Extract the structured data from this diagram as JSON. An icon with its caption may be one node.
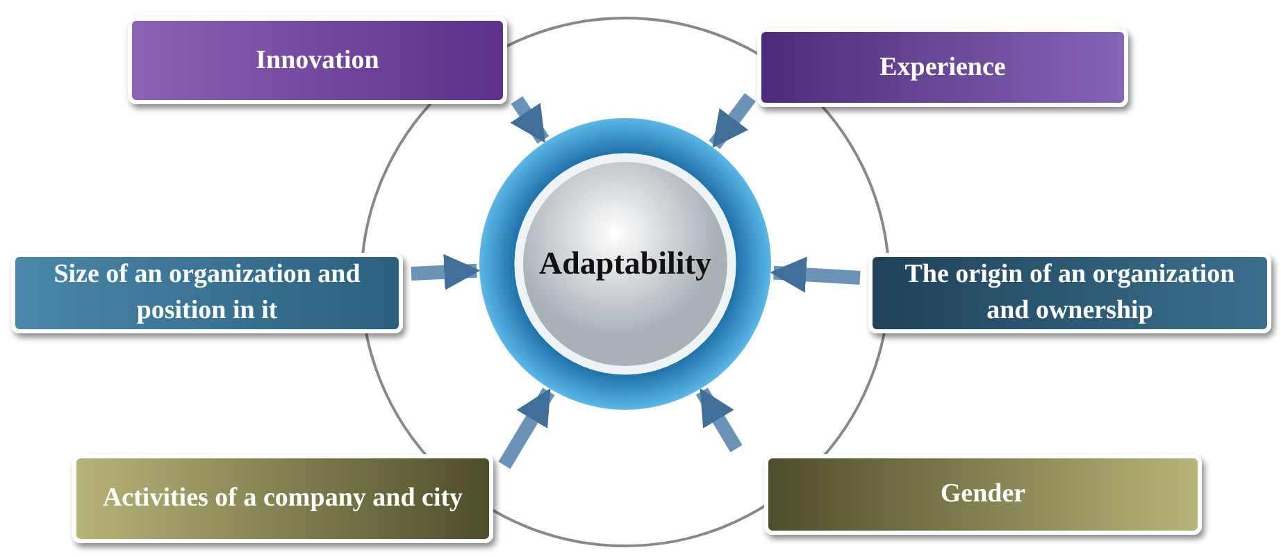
{
  "diagram": {
    "nodes": [
      {
        "text": [
          "Adaptability"
        ]
      },
      {
        "text": [
          "Innovation"
        ]
      },
      {
        "text": [
          "Experience"
        ]
      },
      {
        "text": [
          "Size of an organization and position in it"
        ]
      },
      {
        "text": [
          "The origin of an organization and ownership"
        ]
      },
      {
        "text": [
          "Activities of a company and city"
        ]
      },
      {
        "text": [
          "Gender"
        ]
      }
    ],
    "edges": [
      {
        "from": 1,
        "to": 0,
        "arrow": "to"
      },
      {
        "from": 2,
        "to": 0,
        "arrow": "to"
      },
      {
        "from": 3,
        "to": 0,
        "arrow": "to"
      },
      {
        "from": 4,
        "to": 0,
        "arrow": "to"
      },
      {
        "from": 5,
        "to": 0,
        "arrow": "to"
      },
      {
        "from": 6,
        "to": 0,
        "arrow": "to"
      }
    ]
  }
}
